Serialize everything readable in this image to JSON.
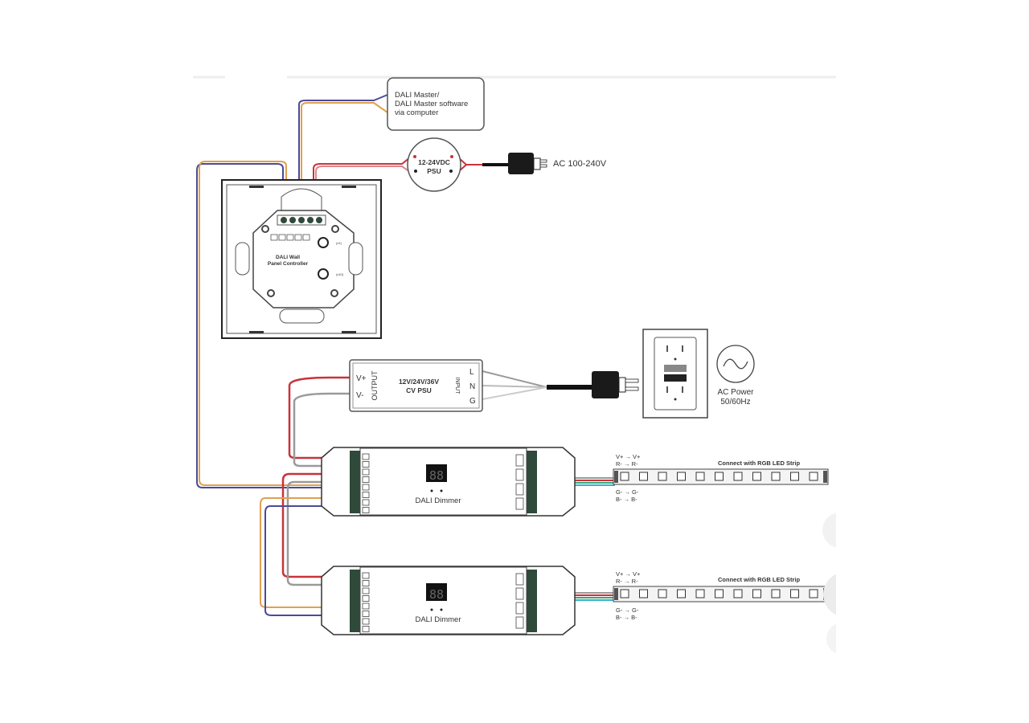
{
  "dali_master": {
    "lines": [
      "DALI Master/",
      "DALI Master software",
      "via computer"
    ]
  },
  "psu_small": {
    "lines": [
      "12-24VDC",
      "PSU"
    ]
  },
  "ac_input": {
    "label": "AC 100-240V"
  },
  "wall_panel": {
    "lines": [
      "DALI Wall",
      "Panel Controller"
    ],
    "dial1": "(x1)",
    "dial2": "(x10)"
  },
  "cv_psu": {
    "title": [
      "12V/24V/36V",
      "CV PSU"
    ],
    "output_label": "OUTPUT",
    "input_label": "INPUT",
    "out_pins": [
      "V+",
      "V-"
    ],
    "in_pins": [
      "L",
      "N",
      "G"
    ]
  },
  "ac_power": {
    "lines": [
      "AC Power",
      "50/60Hz"
    ]
  },
  "dimmers": [
    {
      "label": "DALI Dimmer",
      "display": "88"
    },
    {
      "label": "DALI Dimmer",
      "display": "88"
    }
  ],
  "strips": [
    {
      "title": "Connect with RGB LED Strip",
      "top_map": [
        "V+ → V+",
        "R- → R-"
      ],
      "bottom_map": [
        "G- → G-",
        "B- → B-"
      ]
    },
    {
      "title": "Connect with RGB LED Strip",
      "top_map": [
        "V+ → V+",
        "R- → R-"
      ],
      "bottom_map": [
        "G- → G-",
        "B- → B-"
      ]
    }
  ],
  "colors": {
    "red": "#c8333a",
    "orange": "#e0a050",
    "purple": "#4a4a9a",
    "grey": "#9a9a9a",
    "green": "#3aa57a",
    "cyan": "#3ab0c8",
    "terminal": "#2f4a3a"
  }
}
